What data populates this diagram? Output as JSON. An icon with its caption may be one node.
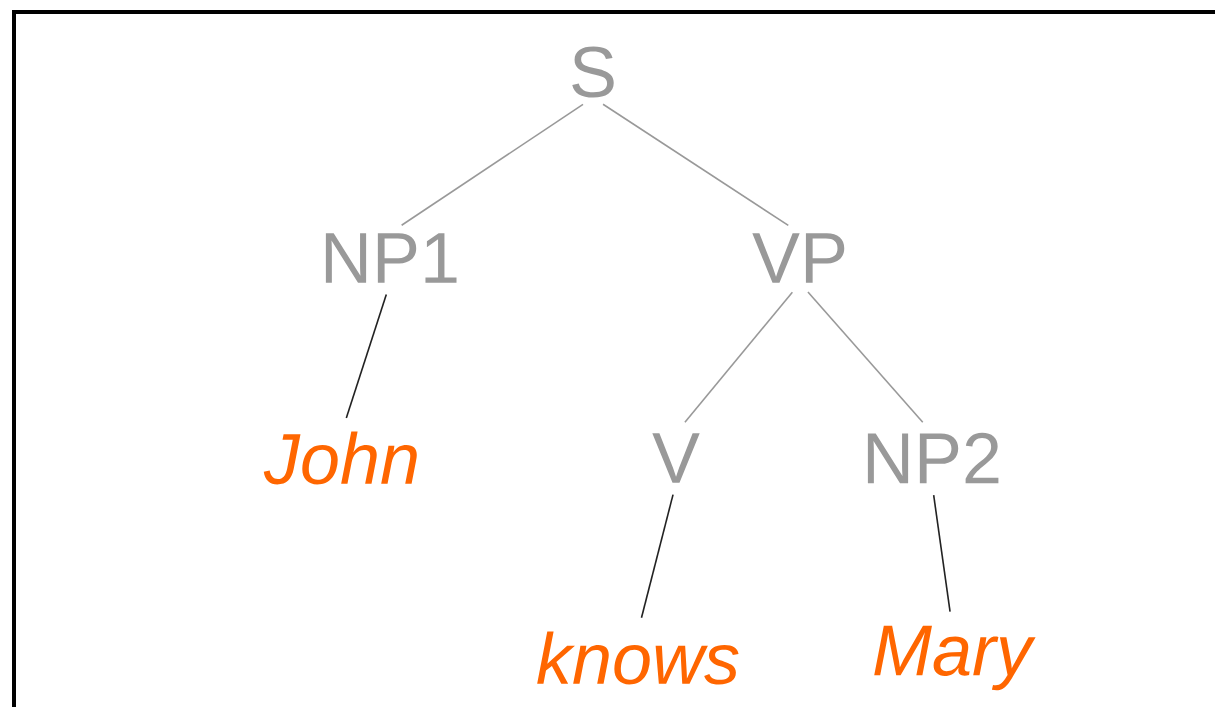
{
  "diagram": {
    "nodes": [
      {
        "text": [
          "S"
        ]
      },
      {
        "text": [
          "NP1"
        ]
      },
      {
        "text": [
          "VP"
        ]
      },
      {
        "text": [
          "John"
        ]
      },
      {
        "text": [
          "V"
        ]
      },
      {
        "text": [
          "NP2"
        ]
      },
      {
        "text": [
          "knows"
        ]
      },
      {
        "text": [
          "Mary"
        ]
      }
    ],
    "edges": [
      {
        "from": 0,
        "to": 1,
        "arrow": "none"
      },
      {
        "from": 0,
        "to": 2,
        "arrow": "none"
      },
      {
        "from": 1,
        "to": 3,
        "arrow": "none",
        "color": "#222222"
      },
      {
        "from": 2,
        "to": 4,
        "arrow": "none"
      },
      {
        "from": 2,
        "to": 5,
        "arrow": "none"
      },
      {
        "from": 4,
        "to": 6,
        "arrow": "none",
        "color": "#222222"
      },
      {
        "from": 5,
        "to": 7,
        "arrow": "none",
        "color": "#222222"
      }
    ]
  }
}
